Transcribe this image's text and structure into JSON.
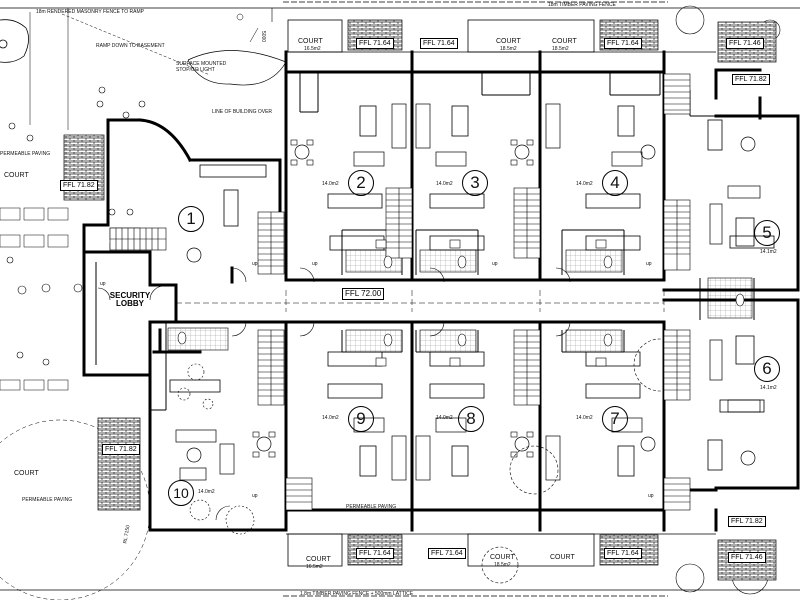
{
  "notes": {
    "fence_top_left": "18m RENDERED MASONRY FENCE TO RAMP",
    "fence_top_right": "18m TIMBER PAVING FENCE",
    "fence_bottom": "1.8m TIMBER PAVING FENCE + 500mm LATTICE",
    "ramp": "RAMP DOWN TO BASEMENT",
    "surface_light": "SURFACE MOUNTED STOP/GO LIGHT",
    "building_over": "LINE OF BUILDING OVER",
    "permeable_paving": "PERMEABLE PAVING",
    "setback": "5000",
    "rl": "RL 7150"
  },
  "corridor": {
    "ffl": "FFL 72.00"
  },
  "security_lobby": "SECURITY LOBBY",
  "court_label": "COURT",
  "court_area_1": "16.5m2",
  "court_area_2": "18.5m2",
  "ffl_tags": {
    "top": [
      "FFL 71.64",
      "FFL 71.64",
      "FFL 71.64"
    ],
    "top_right_1": "FFL 71.46",
    "top_right_2": "FFL 71.82",
    "left": "FFL 71.82",
    "left_lower": "FFL 71.82",
    "bottom": [
      "FFL 71.64",
      "FFL 71.64",
      "FFL 71.64"
    ],
    "bottom_right_1": "FFL 71.82",
    "bottom_right_2": "FFL 71.46"
  },
  "units": [
    {
      "number": "1",
      "area": ""
    },
    {
      "number": "2",
      "area": "14.0m2"
    },
    {
      "number": "3",
      "area": "14.0m2"
    },
    {
      "number": "4",
      "area": "14.0m2"
    },
    {
      "number": "5",
      "area": "14.1m2"
    },
    {
      "number": "6",
      "area": "14.1m2"
    },
    {
      "number": "7",
      "area": "14.0m2"
    },
    {
      "number": "8",
      "area": "14.0m2"
    },
    {
      "number": "9",
      "area": "14.0m2"
    },
    {
      "number": "10",
      "area": "14.0m2"
    }
  ],
  "stair_label": "up"
}
